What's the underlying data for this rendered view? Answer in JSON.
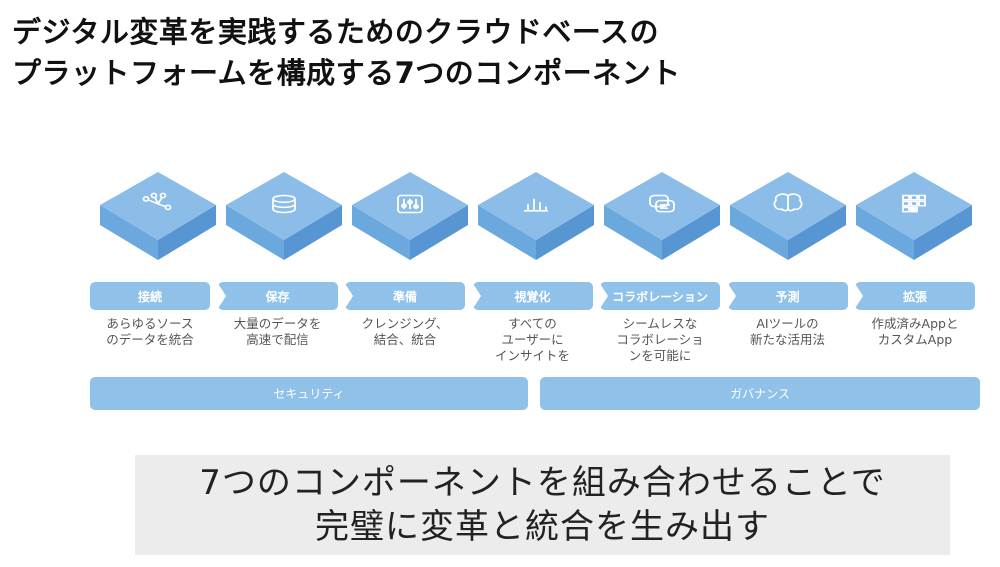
{
  "title": {
    "line1": "デジタル変革を実践するためのクラウドベースの",
    "line2": "プラットフォームを構成する7つのコンポーネント"
  },
  "components": [
    {
      "label": "接続",
      "desc": "あらゆるソース\nのデータを統合",
      "icon": "network-icon"
    },
    {
      "label": "保存",
      "desc": "大量のデータを\n高速で配信",
      "icon": "database-icon"
    },
    {
      "label": "準備",
      "desc": "クレンジング、\n結合、統合",
      "icon": "sliders-icon"
    },
    {
      "label": "視覚化",
      "desc": "すべての\nユーザーに\nインサイトを",
      "icon": "chart-icon"
    },
    {
      "label": "コラボレーション",
      "desc": "シームレスな\nコラボレーショ\nンを可能に",
      "icon": "chat-icon"
    },
    {
      "label": "予測",
      "desc": "AIツールの\n新たな活用法",
      "icon": "brain-icon"
    },
    {
      "label": "拡張",
      "desc": "作成済みAppと\nカスタムApp",
      "icon": "app-grid-icon"
    }
  ],
  "bars": {
    "security": "セキュリティ",
    "governance": "ガバナンス"
  },
  "summary": {
    "line1": "7つのコンポーネントを組み合わせることで",
    "line2": "完璧に変革と統合を生み出す"
  },
  "colors": {
    "tile_top": "#8cbde8",
    "tile_left": "#6aa8dd",
    "tile_right": "#5796d2",
    "pill": "#8fc1e9"
  }
}
